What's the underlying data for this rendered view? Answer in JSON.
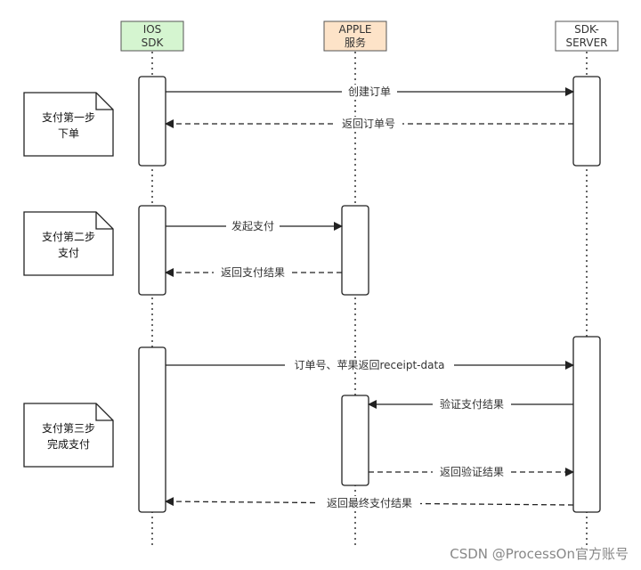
{
  "participants": [
    {
      "id": "ios",
      "lines": [
        "IOS",
        "SDK"
      ],
      "fill": "#d5f5d0"
    },
    {
      "id": "apple",
      "lines": [
        "APPLE",
        "服务"
      ],
      "fill": "#fde3c8"
    },
    {
      "id": "server",
      "lines": [
        "SDK-",
        "SERVER"
      ],
      "fill": "#ffffff"
    }
  ],
  "messages": [
    {
      "label": "创建订单",
      "from": "ios",
      "to": "server",
      "style": "solid"
    },
    {
      "label": "返回订单号",
      "from": "server",
      "to": "ios",
      "style": "dashed"
    },
    {
      "label": "发起支付",
      "from": "ios",
      "to": "apple",
      "style": "solid"
    },
    {
      "label": "返回支付结果",
      "from": "apple",
      "to": "ios",
      "style": "dashed"
    },
    {
      "label": "订单号、苹果返回receipt-data",
      "from": "ios",
      "to": "server",
      "style": "solid"
    },
    {
      "label": "验证支付结果",
      "from": "server",
      "to": "apple",
      "style": "solid"
    },
    {
      "label": "返回验证结果",
      "from": "apple",
      "to": "server",
      "style": "dashed"
    },
    {
      "label": "返回最终支付结果",
      "from": "server",
      "to": "ios",
      "style": "dashed"
    }
  ],
  "notes": [
    {
      "lines": [
        "支付第一步",
        "下单"
      ]
    },
    {
      "lines": [
        "支付第二步",
        "支付"
      ]
    },
    {
      "lines": [
        "支付第三步",
        "完成支付"
      ]
    }
  ],
  "watermark": "CSDN @ProcessOn官方账号"
}
